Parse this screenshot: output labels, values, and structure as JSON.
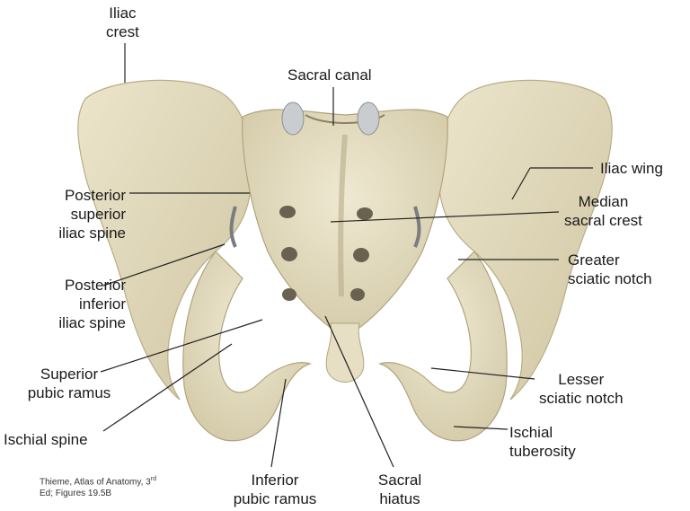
{
  "labels": {
    "iliac_crest": [
      "Iliac",
      "crest"
    ],
    "sacral_canal": [
      "Sacral canal"
    ],
    "iliac_wing": [
      "Iliac wing"
    ],
    "psis": [
      "Posterior",
      "superior",
      "iliac spine"
    ],
    "median_sacral_crest": [
      "Median",
      "sacral crest"
    ],
    "greater_sciatic_notch": [
      "Greater",
      "sciatic notch"
    ],
    "piis": [
      "Posterior",
      "inferior",
      "iliac spine"
    ],
    "superior_pubic_ramus": [
      "Superior",
      "pubic ramus"
    ],
    "lesser_sciatic_notch": [
      "Lesser",
      "sciatic notch"
    ],
    "ischial_spine": [
      "Ischial spine"
    ],
    "ischial_tuberosity": [
      "Ischial",
      "tuberosity"
    ],
    "inferior_pubic_ramus": [
      "Inferior",
      "pubic ramus"
    ],
    "sacral_hiatus": [
      "Sacral",
      "hiatus"
    ]
  },
  "credit": {
    "line1": "Thieme, Atlas of Anatomy, 3",
    "sup": "rd",
    "line2": "Ed; Figures 19.5B"
  },
  "colors": {
    "bone": "#e3dcc0",
    "bone_shadow": "#c9c0a0",
    "bone_dark": "#a89c78",
    "foramen": "#6a6250",
    "leader_line": "#222222"
  }
}
